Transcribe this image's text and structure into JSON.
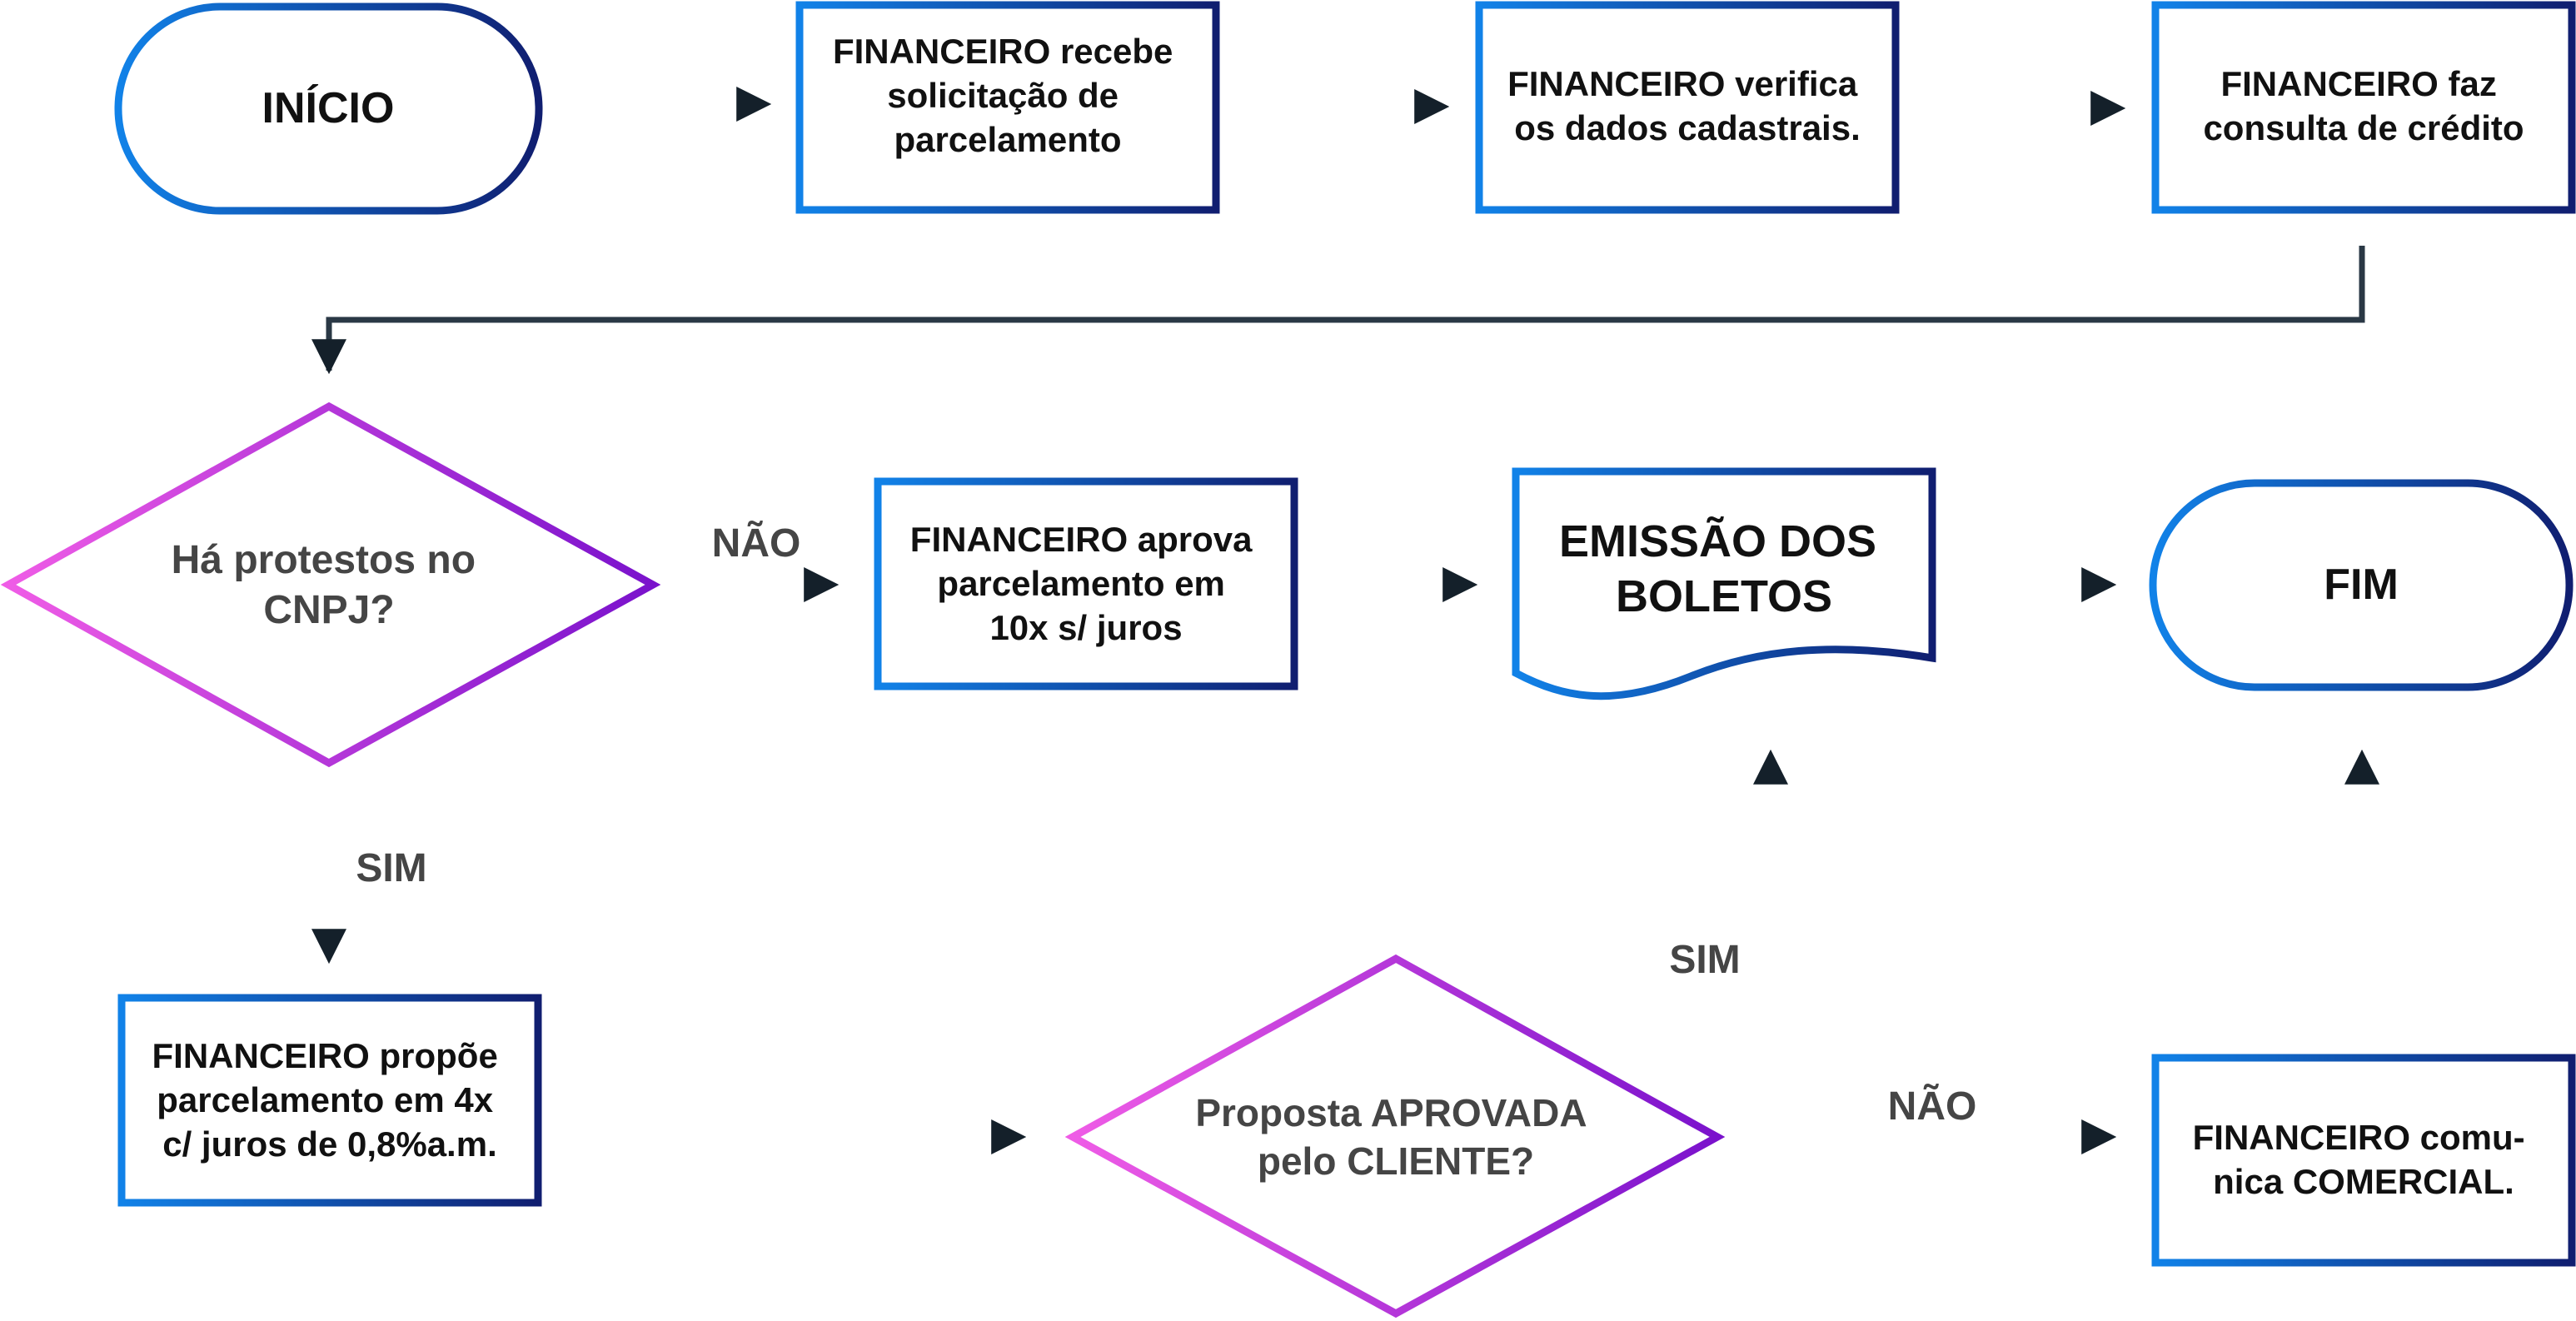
{
  "colors": {
    "process_gradient_start": "#1182E8",
    "process_gradient_end": "#101E70",
    "decision_gradient_start": "#EF5CE6",
    "decision_gradient_end": "#7A12CC",
    "arrow_start": "#475B6E",
    "arrow_end": "#14202A",
    "node_text": "#111111",
    "decision_text": "#454545",
    "background": "#FFFFFF"
  },
  "nodes": {
    "inicio": {
      "type": "terminal",
      "lines": [
        "INÍCIO"
      ]
    },
    "recebe": {
      "type": "process",
      "lines": [
        "FINANCEIRO recebe",
        "solicitação de",
        "parcelamento"
      ]
    },
    "verifica": {
      "type": "process",
      "lines": [
        "FINANCEIRO verifica",
        "os dados cadastrais."
      ]
    },
    "consulta": {
      "type": "process",
      "lines": [
        "FINANCEIRO faz",
        "consulta de crédito"
      ]
    },
    "protestos": {
      "type": "decision",
      "lines": [
        "Há protestos no",
        "CNPJ?"
      ]
    },
    "aprova": {
      "type": "process",
      "lines": [
        "FINANCEIRO aprova",
        "parcelamento em",
        "10x s/ juros"
      ]
    },
    "emissao": {
      "type": "document",
      "lines": [
        "EMISSÃO DOS",
        "BOLETOS"
      ]
    },
    "fim": {
      "type": "terminal",
      "lines": [
        "FIM"
      ]
    },
    "propoe": {
      "type": "process",
      "lines": [
        "FINANCEIRO propõe",
        "parcelamento em 4x",
        "c/ juros de 0,8%a.m."
      ]
    },
    "proposta": {
      "type": "decision",
      "lines": [
        "Proposta APROVADA",
        "pelo CLIENTE?"
      ]
    },
    "comunica": {
      "type": "process",
      "lines": [
        "FINANCEIRO comu-",
        "nica COMERCIAL."
      ]
    }
  },
  "edges": [
    {
      "from": "inicio",
      "to": "recebe",
      "label": ""
    },
    {
      "from": "recebe",
      "to": "verifica",
      "label": ""
    },
    {
      "from": "verifica",
      "to": "consulta",
      "label": ""
    },
    {
      "from": "consulta",
      "to": "protestos",
      "label": ""
    },
    {
      "from": "protestos",
      "to": "aprova",
      "label": "NÃO"
    },
    {
      "from": "aprova",
      "to": "emissao",
      "label": ""
    },
    {
      "from": "emissao",
      "to": "fim",
      "label": ""
    },
    {
      "from": "protestos",
      "to": "propoe",
      "label": "SIM"
    },
    {
      "from": "propoe",
      "to": "proposta",
      "label": ""
    },
    {
      "from": "proposta",
      "to": "emissao",
      "label": "SIM"
    },
    {
      "from": "proposta",
      "to": "comunica",
      "label": "NÃO"
    },
    {
      "from": "comunica",
      "to": "fim",
      "label": ""
    }
  ]
}
